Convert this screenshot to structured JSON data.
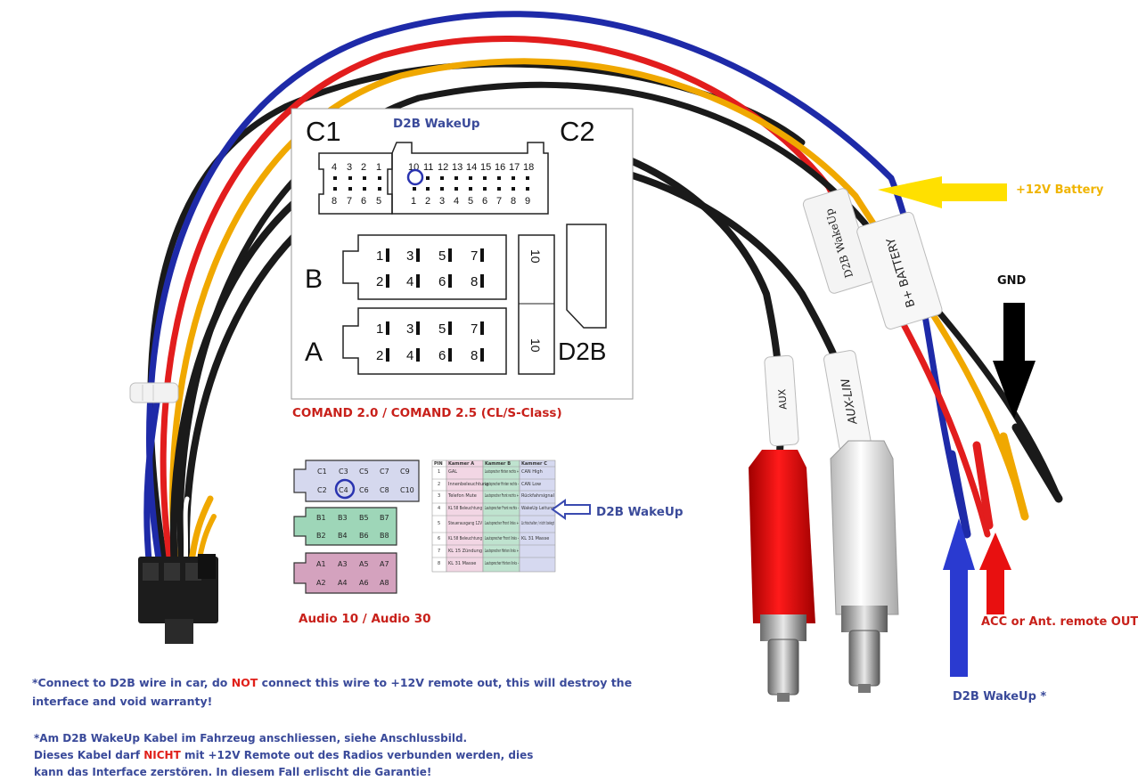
{
  "labels": {
    "battery": "+12V Battery",
    "gnd": "GND",
    "acc": "ACC or Ant. remote OUT",
    "d2b_wakeup_bottom": "D2B WakeUp *",
    "d2b_wakeup_top": "D2B WakeUp",
    "d2b_wakeup_audio": "D2B WakeUp",
    "comand_caption": "COMAND 2.0 / COMAND 2.5 (CL/S-Class)",
    "audio_caption": "Audio 10 / Audio 30"
  },
  "tags": {
    "d2b": "D2B WakeUp",
    "battery": "B+ BATTERY",
    "aux_lin": "AUX-LIN",
    "aux_r": "AUX"
  },
  "comand": {
    "c1": "C1",
    "c2": "C2",
    "b": "B",
    "a": "A",
    "d2b": "D2B",
    "c1_pins_top": [
      "4",
      "3",
      "2",
      "1"
    ],
    "c1_pins_bottom": [
      "8",
      "7",
      "6",
      "5"
    ],
    "c2_pins_top": [
      "10",
      "11",
      "12",
      "13",
      "14",
      "15",
      "16",
      "17",
      "18"
    ],
    "c2_pins_bottom": [
      "1",
      "2",
      "3",
      "4",
      "5",
      "6",
      "7",
      "8",
      "9"
    ],
    "block_pins_top": [
      "1",
      "3",
      "5",
      "7"
    ],
    "block_pins_bottom": [
      "2",
      "4",
      "6",
      "8"
    ],
    "side_pin": "10"
  },
  "audio": {
    "c_top": [
      "C1",
      "C3",
      "C5",
      "C7",
      "C9"
    ],
    "c_bottom": [
      "C2",
      "C4",
      "C6",
      "C8",
      "C10"
    ],
    "b_top": [
      "B1",
      "B3",
      "B5",
      "B7"
    ],
    "b_bottom": [
      "B2",
      "B4",
      "B6",
      "B8"
    ],
    "a_top": [
      "A1",
      "A3",
      "A5",
      "A7"
    ],
    "a_bottom": [
      "A2",
      "A4",
      "A6",
      "A8"
    ]
  },
  "pin_table": {
    "headers": [
      "PIN",
      "Kammer A",
      "Kammer B",
      "Kammer C"
    ],
    "rows": [
      [
        "1",
        "GAL",
        "Lautsprecher Hinten rechts +",
        "CAN High"
      ],
      [
        "2",
        "Innenbeleuchtung",
        "Lautsprecher Hinten rechts -",
        "CAN Low"
      ],
      [
        "3",
        "Telefon Mute",
        "Lautsprecher Front rechts +",
        "Rückfahrsignal"
      ],
      [
        "4",
        "KL 58 Beleuchtung",
        "Lautsprecher Front rechts -",
        "WakeUp Leitung"
      ],
      [
        "5",
        "Steuerausgang 12V",
        "Lautsprecher Front links +",
        "Lichtschalter / nicht belegt"
      ],
      [
        "6",
        "KL 58 Beleuchtung",
        "Lautsprecher Front links -",
        "KL 31 Masse"
      ],
      [
        "7",
        "KL 15 Zündung",
        "Lautsprecher Hinten links +",
        ""
      ],
      [
        "8",
        "KL 31 Masse",
        "Lautsprecher Hinten links -",
        ""
      ]
    ]
  },
  "notes": {
    "en_part1": "*Connect to D2B wire in car, do ",
    "en_red": "NOT",
    "en_part2": " connect this wire to +12V remote out, this will destroy the",
    "en_line2": "interface and void warranty!",
    "de_line1": "*Am D2B WakeUp Kabel im Fahrzeug anschliessen, siehe Anschlussbild.",
    "de_part1": "Dieses Kabel darf ",
    "de_red": "NICHT",
    "de_part2": " mit +12V Remote out des Radios verbunden werden, dies",
    "de_line3": "kann das Interface zerstören. In diesem Fall erlischt die Garantie!"
  },
  "colors": {
    "blue_label": "#3a4a9a",
    "red_label": "#c8201a",
    "yellow_label": "#f0b400",
    "arrow_yellow": "#ffe000",
    "arrow_blue": "#2a3ad0",
    "arrow_red": "#e81010",
    "wire_blue": "#1e2aa8",
    "wire_red": "#e21d1d",
    "wire_yellow": "#f0a800",
    "wire_black": "#1a1a1a"
  }
}
